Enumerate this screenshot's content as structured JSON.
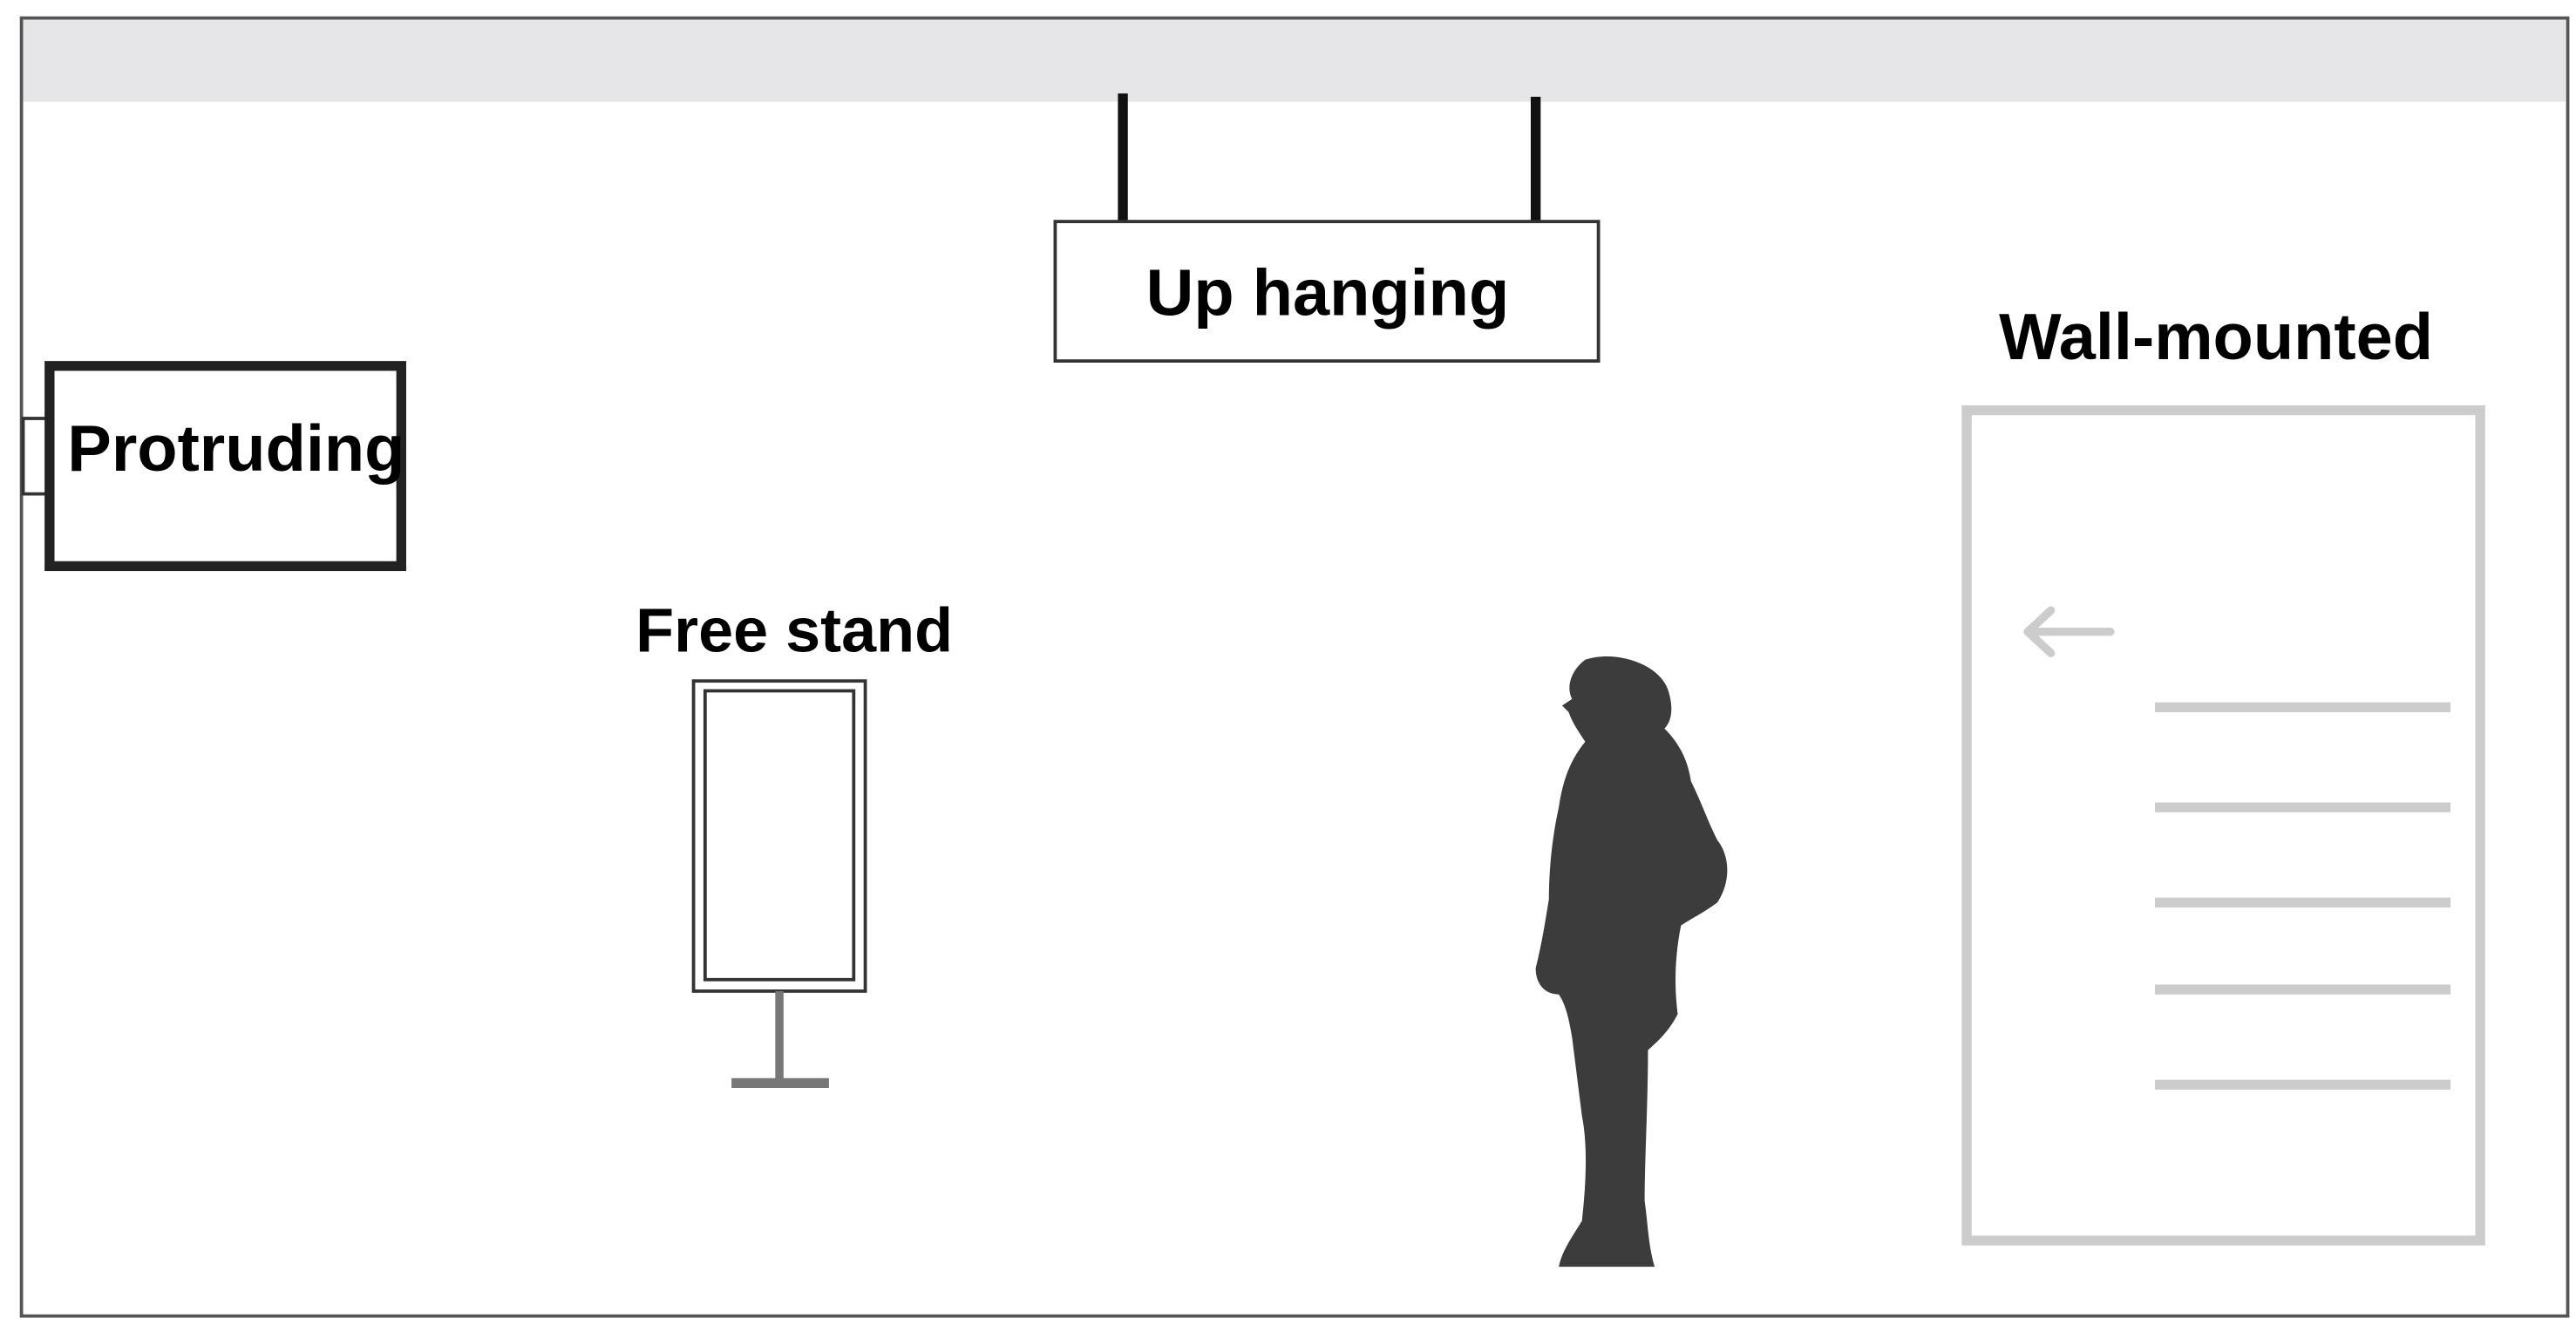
{
  "diagram": {
    "labels": {
      "up_hanging": "Up hanging",
      "wall_mounted": "Wall-mounted",
      "protruding": "Protruding",
      "free_stand": "Free stand"
    },
    "colors": {
      "frame": "#555555",
      "ceiling": "#e6e6e8",
      "sign_outline": "#222222",
      "wall_panel": "#cccccc",
      "stand": "#777777",
      "person": "#3c3c3c"
    },
    "icons": {
      "arrow": "left-arrow-icon",
      "person": "person-silhouette-icon"
    }
  }
}
